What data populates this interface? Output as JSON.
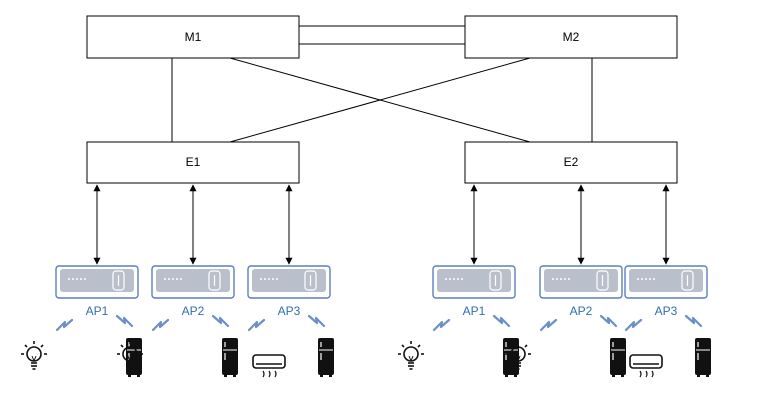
{
  "core_switches": [
    {
      "label": "M1"
    },
    {
      "label": "M2"
    }
  ],
  "edge_switches": [
    {
      "label": "E1"
    },
    {
      "label": "E2"
    }
  ],
  "groups": [
    {
      "edge": "E1",
      "access_points": [
        {
          "label": "AP1",
          "devices": [
            "bulb-icon",
            "fridge-icon"
          ]
        },
        {
          "label": "AP2",
          "devices": [
            "bulb-icon",
            "fridge-icon"
          ]
        },
        {
          "label": "AP3",
          "devices": [
            "air-conditioner-icon",
            "fridge-icon"
          ]
        }
      ]
    },
    {
      "edge": "E2",
      "access_points": [
        {
          "label": "AP1",
          "devices": [
            "bulb-icon",
            "fridge-icon"
          ]
        },
        {
          "label": "AP2",
          "devices": [
            "bulb-icon",
            "fridge-icon"
          ]
        },
        {
          "label": "AP3",
          "devices": [
            "air-conditioner-icon",
            "fridge-icon"
          ]
        }
      ]
    }
  ],
  "colors": {
    "line": "#000000",
    "ap_body": "#b9bfcb",
    "ap_outline": "#5b7fbe",
    "ap_label": "#2f6eb5",
    "wireless_bolt": "#6b8fc8",
    "device_dark": "#111111"
  }
}
